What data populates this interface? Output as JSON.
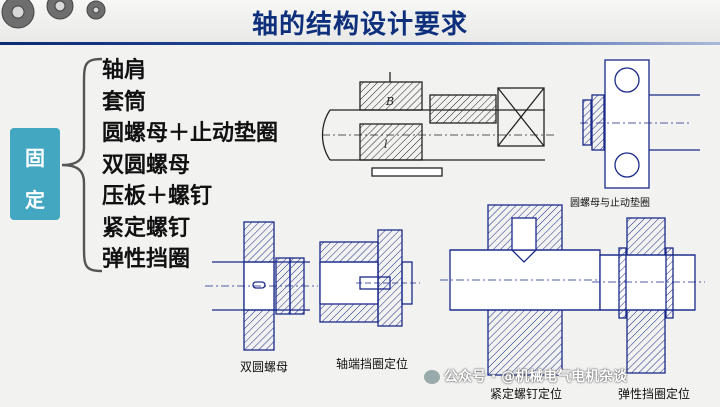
{
  "title": "轴的结构设计要求",
  "fixed_label": [
    "固",
    "定"
  ],
  "methods": [
    "轴肩",
    "套筒",
    "圆螺母＋止动垫圈",
    "双圆螺母",
    "压板＋螺钉",
    "紧定螺钉",
    "弹性挡圈"
  ],
  "figures": {
    "shoulder_sleeve": {
      "labels": [
        "B",
        "l"
      ]
    },
    "round_nut_washer": {
      "caption": "圆螺母与止动垫圈"
    },
    "double_nut": {
      "caption": "双圆螺母"
    },
    "end_ring": {
      "caption": "轴端挡圈定位"
    },
    "set_screw": {
      "caption": "紧定螺钉定位"
    },
    "snap_ring": {
      "caption": "弹性挡圈定位"
    }
  },
  "watermark": "公众号 · @机械电气电机杂谈",
  "colors": {
    "title": "#0d2f7c",
    "label_box": "#44a7c2",
    "drawing_line": "#1a2a8a"
  }
}
